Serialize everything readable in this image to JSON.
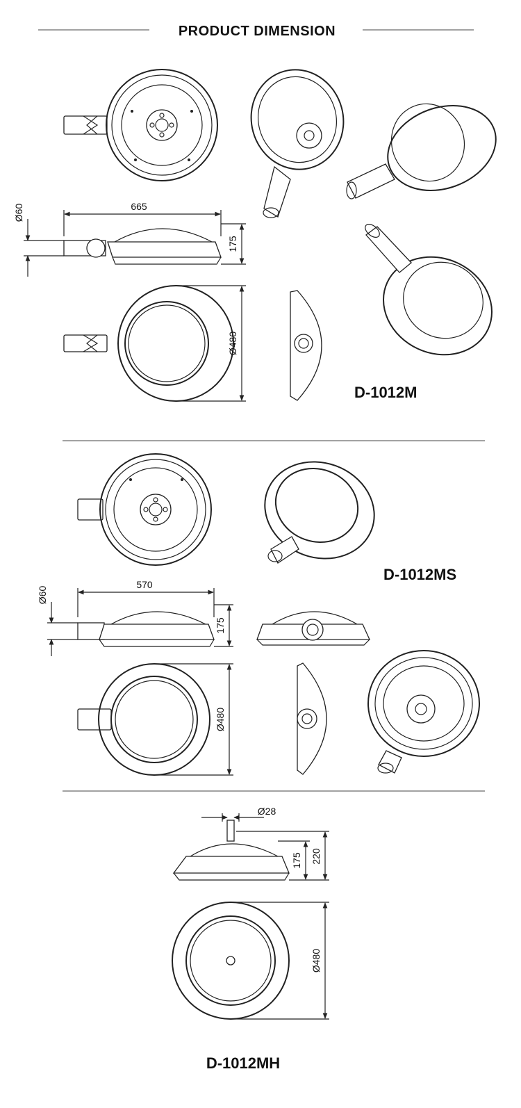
{
  "header": {
    "title": "PRODUCT DIMENSION"
  },
  "sections": [
    {
      "model": "D-1012M",
      "dims": {
        "length": "665",
        "height": "175",
        "pipe": "Ø60",
        "diameter": "Ø480"
      }
    },
    {
      "model": "D-1012MS",
      "dims": {
        "length": "570",
        "height": "175",
        "pipe": "Ø60",
        "diameter": "Ø480"
      }
    },
    {
      "model": "D-1012MH",
      "dims": {
        "stem": "Ø28",
        "height": "175",
        "total_height": "220",
        "diameter": "Ø480"
      }
    }
  ]
}
